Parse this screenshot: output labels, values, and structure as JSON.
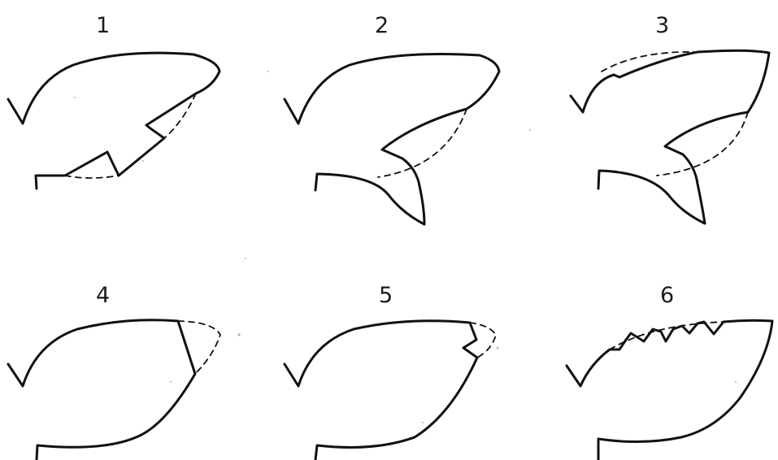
{
  "panels": [
    {
      "number": "1"
    },
    {
      "number": "2"
    },
    {
      "number": "3"
    },
    {
      "number": "4"
    },
    {
      "number": "5"
    },
    {
      "number": "6"
    }
  ]
}
